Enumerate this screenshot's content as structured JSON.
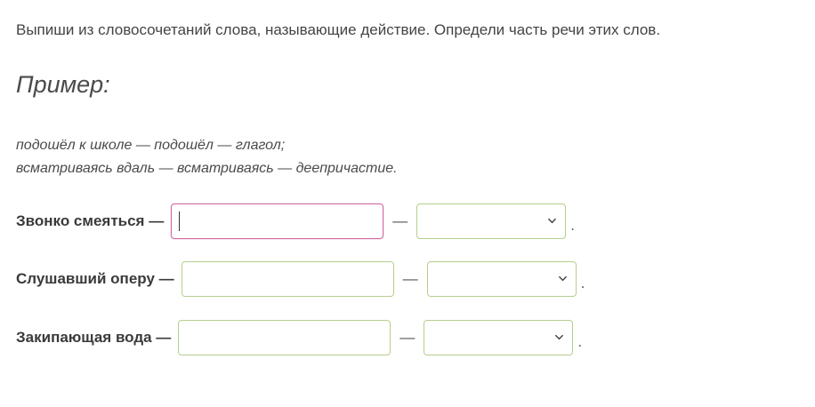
{
  "instruction": "Выпиши из словосочетаний слова, называющие действие. Определи часть речи этих слов.",
  "example": {
    "heading": "Пример:",
    "lines": [
      "подошёл к школе — подошёл — глагол;",
      "всматриваясь вдаль — всматриваясь — деепричастие."
    ]
  },
  "tasks": [
    {
      "prompt": "Звонко смеяться —",
      "answer_value": "",
      "separator": "—",
      "select_value": "",
      "end": "."
    },
    {
      "prompt": "Слушавший оперу —",
      "answer_value": "",
      "separator": "—",
      "select_value": "",
      "end": "."
    },
    {
      "prompt": "Закипающая вода —",
      "answer_value": "",
      "separator": "—",
      "select_value": "",
      "end": "."
    }
  ],
  "colors": {
    "field_border": "#b5cf8d",
    "focused_border": "#d06aa2",
    "text": "#3a3a3a"
  },
  "icons": {
    "select_arrow": "chevron-down-icon"
  }
}
